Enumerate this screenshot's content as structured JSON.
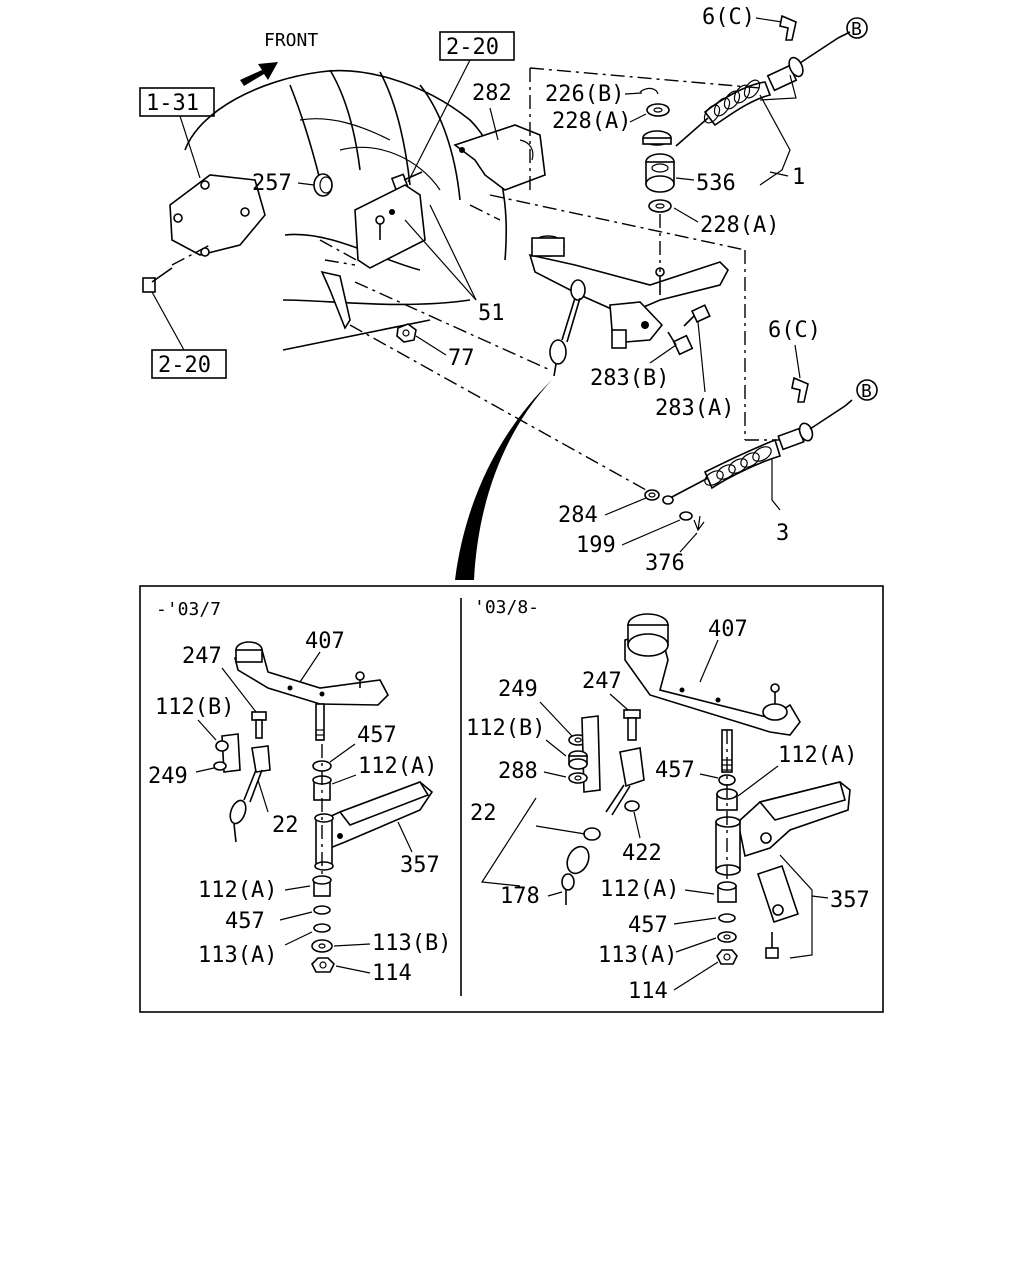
{
  "top": {
    "front_label": "FRONT",
    "ref_1_31": "1-31",
    "ref_2_20_top": "2-20",
    "ref_2_20_bottom": "2-20",
    "p6c_top": "6(C)",
    "b_top": "B",
    "p226b": "226(B)",
    "p228a_top": "228(A)",
    "p282": "282",
    "p257": "257",
    "p536": "536",
    "p1": "1",
    "p228a_mid": "228(A)",
    "p51": "51",
    "p77": "77",
    "p283b": "283(B)",
    "p283a": "283(A)",
    "p6c_mid": "6(C)",
    "b_mid": "B",
    "p3": "3",
    "p284": "284",
    "p199": "199",
    "p376": "376"
  },
  "detail_left": {
    "period": "-'03/7",
    "p407": "407",
    "p247": "247",
    "p112b": "112(B)",
    "p457_top": "457",
    "p112a_top": "112(A)",
    "p249": "249",
    "p22": "22",
    "p357": "357",
    "p112a_bot": "112(A)",
    "p457_bot": "457",
    "p113a": "113(A)",
    "p113b": "113(B)",
    "p114": "114"
  },
  "detail_right": {
    "period": "'03/8-",
    "p407": "407",
    "p249": "249",
    "p247": "247",
    "p112b": "112(B)",
    "p288": "288",
    "p457_top": "457",
    "p112a_top": "112(A)",
    "p22": "22",
    "p422": "422",
    "p178": "178",
    "p112a_bot": "112(A)",
    "p357": "357",
    "p457_bot": "457",
    "p113a": "113(A)",
    "p114": "114"
  }
}
